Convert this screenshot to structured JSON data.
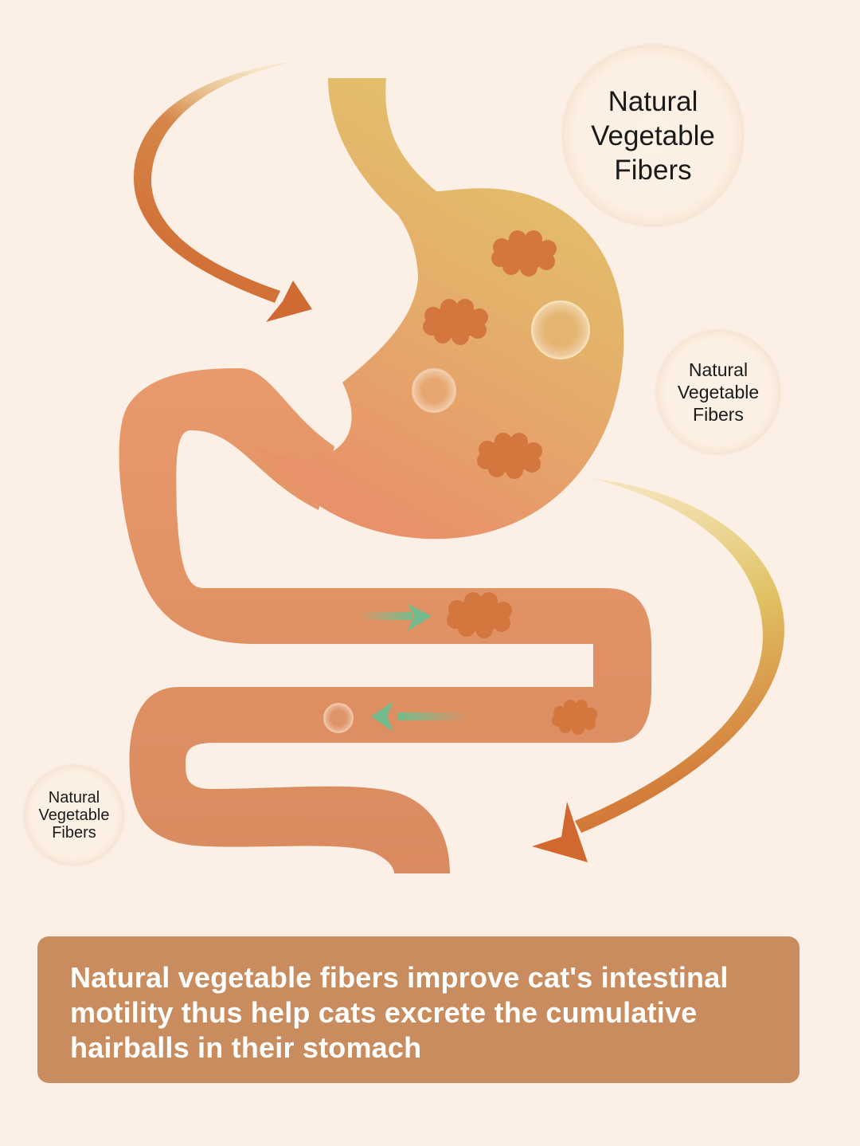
{
  "bubbles": [
    {
      "lines": [
        "Natural",
        "Vegetable",
        "Fibers"
      ]
    },
    {
      "lines": [
        "Natural",
        "Vegetable",
        "Fibers"
      ]
    },
    {
      "lines": [
        "Natural",
        "Vegetable",
        "Fibers"
      ]
    }
  ],
  "caption": {
    "text": "Natural vegetable fibers improve cat's intestinal motility thus help cats excrete the cumulative hairballs in their stomach"
  },
  "colors": {
    "background": "#fcf0e6",
    "stomach_top": "#e2c06c",
    "stomach_bottom": "#e8956a",
    "intestine": "#e0916a",
    "hairball": "#d4773e",
    "flow_arrow": "#7fbf95",
    "curved_arrow_dark": "#d06d35",
    "curved_arrow_light": "#e0c46a",
    "caption_box": "#c98c5f"
  }
}
